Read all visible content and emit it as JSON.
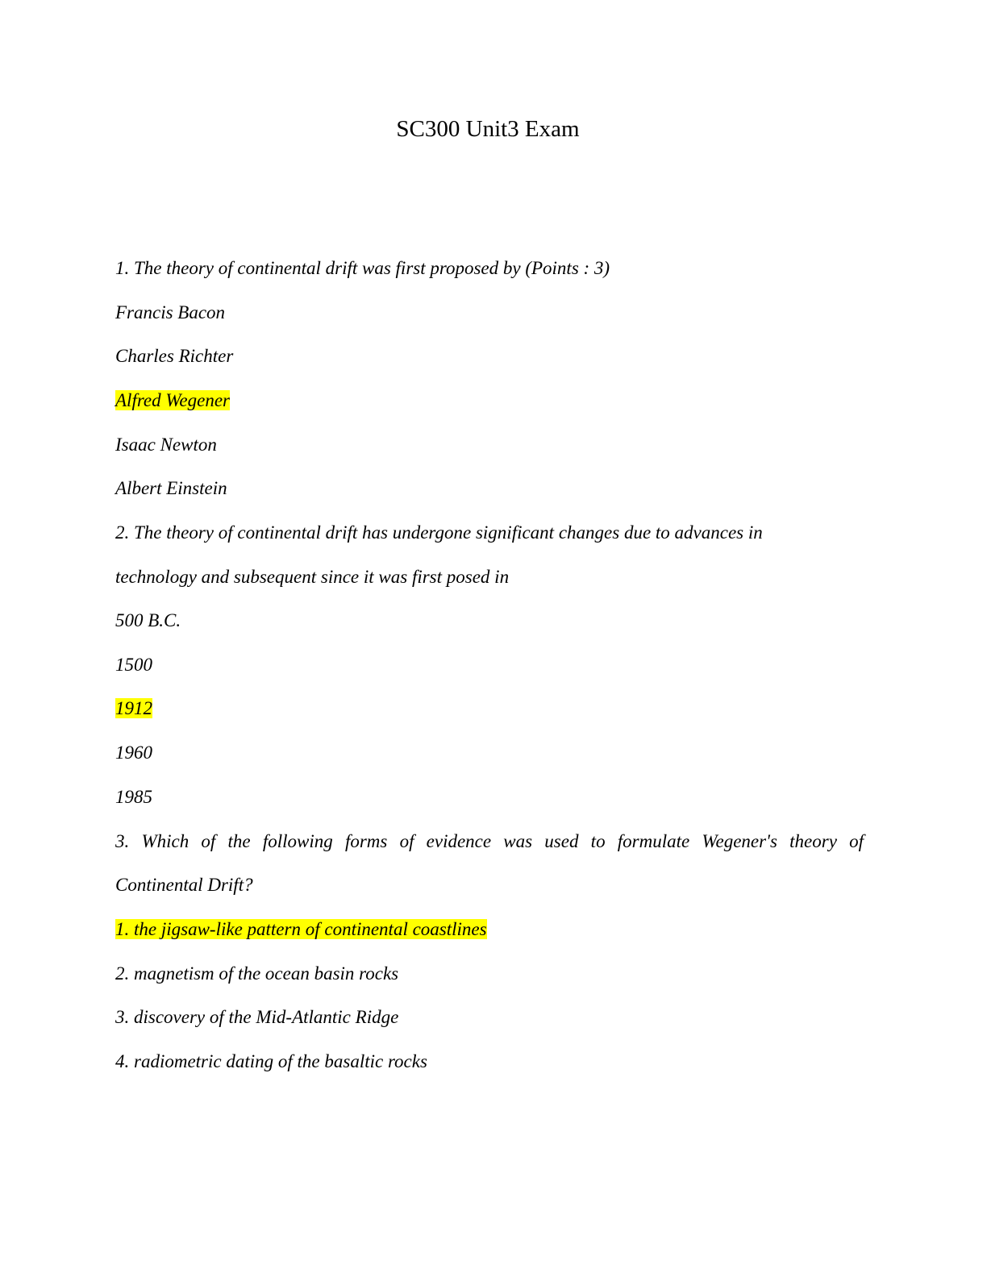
{
  "title": "SC300 Unit3 Exam",
  "questions": [
    {
      "prompt": "1. The theory of continental drift was first proposed by (Points : 3)",
      "options": [
        {
          "text": "Francis Bacon",
          "highlighted": false
        },
        {
          "text": "Charles Richter",
          "highlighted": false
        },
        {
          "text": "Alfred Wegener",
          "highlighted": true
        },
        {
          "text": "Isaac Newton",
          "highlighted": false
        },
        {
          "text": "Albert Einstein",
          "highlighted": false
        }
      ]
    },
    {
      "prompt_line1": "2. The theory of continental drift has undergone significant changes due to advances in",
      "prompt_line2": "technology and subsequent since it was first posed in",
      "options": [
        {
          "text": "500 B.C.",
          "highlighted": false
        },
        {
          "text": "1500",
          "highlighted": false
        },
        {
          "text": "1912",
          "highlighted": true
        },
        {
          "text": "1960",
          "highlighted": false
        },
        {
          "text": "1985",
          "highlighted": false
        }
      ]
    },
    {
      "prompt_line1": "3. Which of the following forms of evidence was used to formulate Wegener's theory of",
      "prompt_line2": "Continental Drift?",
      "options": [
        {
          "text": "1. the jigsaw-like pattern of continental coastlines",
          "highlighted": true
        },
        {
          "text": "2. magnetism of the ocean basin rocks",
          "highlighted": false
        },
        {
          "text": "3. discovery of the Mid-Atlantic Ridge",
          "highlighted": false
        },
        {
          "text": "4. radiometric dating of the basaltic rocks",
          "highlighted": false
        }
      ]
    }
  ],
  "highlight_color": "#ffff00"
}
